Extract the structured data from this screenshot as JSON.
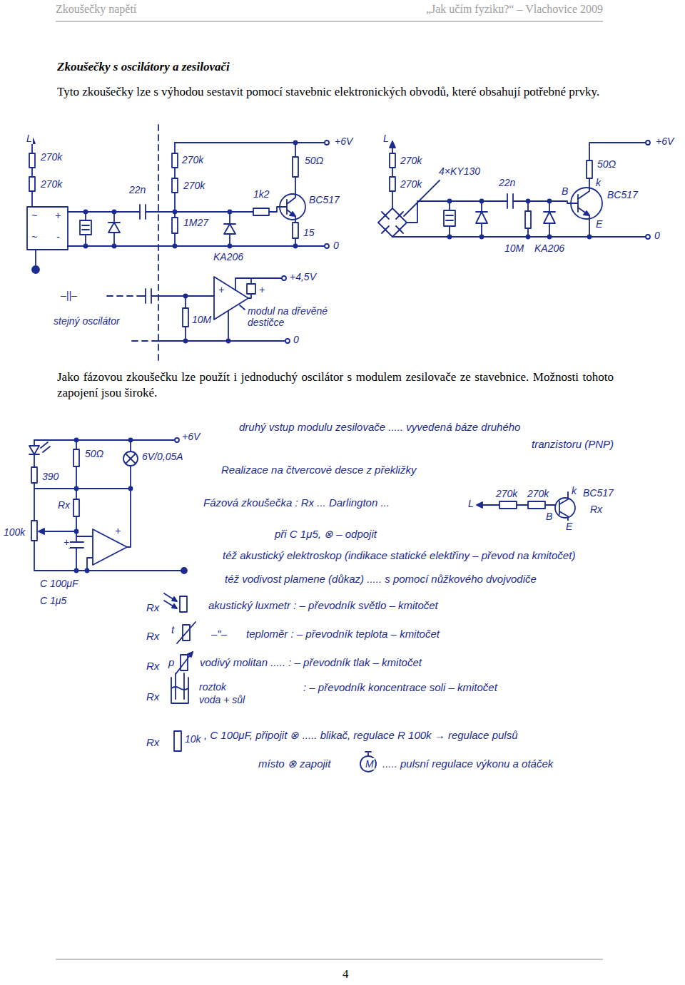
{
  "diagram": {
    "title": "Zkoušečky s oscilátory a zesilovači",
    "labels": [
      "Zkoušečky napětí",
      "„Jak učím fyziku?“ – Vlachovice 2009",
      "Tyto zkoušečky lze s výhodou sestavit pomocí stavebnic elektronických obvodů, které obsahují potřebné prvky.",
      "L",
      "270k",
      "270k",
      "~",
      "+",
      "~",
      "-",
      "22n",
      "270k",
      "270k",
      "1M27",
      "1k2",
      "50Ω",
      "BC517",
      "15",
      "KA206",
      "+6V",
      "0",
      "L",
      "270k",
      "270k",
      "4×KY130",
      "22n",
      "50Ω",
      "k",
      "BC517",
      "B",
      "E",
      "+6V",
      "0",
      "10M",
      "KA206",
      "–||–",
      "stejný oscilátor",
      "10M",
      "+",
      "+",
      "+4,5V",
      "modul na dřevěné destičce",
      "0",
      "Jako fázovou zkoušečku lze použít i jednoduchý oscilátor s modulem zesilovače ze stavebnice. Možnosti tohoto zapojení jsou široké.",
      "+6V",
      "390",
      "50Ω",
      "6V/0,05A",
      "Rx",
      "100k",
      "+",
      "+",
      "C 100μF",
      "C 1μ5",
      "druhý vstup modulu zesilovače ..... vyvedená báze druhého",
      "tranzistoru (PNP)",
      "Realizace na čtvercové desce z překližky",
      "Fázová zkoušečka : Rx ... Darlington ...",
      "L",
      "270k",
      "270k",
      "k",
      "BC517",
      "B",
      "E",
      "Rx",
      "při C 1μ5, ⊗ – odpojit",
      "též akustický elektroskop (indikace statické elektřiny – převod na kmitočet)",
      "též vodivost plamene (důkaz) ..... s pomocí nůžkového dvojvodiče",
      "Rx",
      "akustický luxmetr : – převodník světlo – kmitočet",
      "Rx",
      "t",
      "–\"–",
      "teploměr : – převodník teplota – kmitočet",
      "Rx",
      "p",
      "vodivý molitan ..... : – převodník tlak – kmitočet",
      "Rx",
      "roztok",
      "voda + sůl",
      ": – převodník koncentrace soli – kmitočet",
      "Rx",
      "10k",
      ", C 100μF, připojit ⊗ ..... blikač, regulace R 100k → regulace pulsů",
      "místo ⊗ zapojit",
      "M",
      "..... pulsní regulace výkonu a otáček",
      "4"
    ]
  }
}
